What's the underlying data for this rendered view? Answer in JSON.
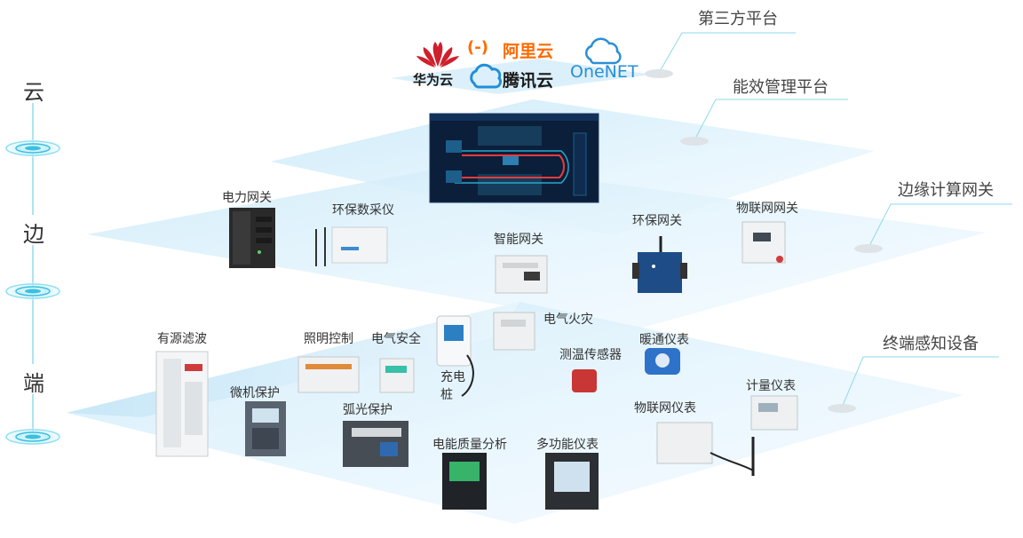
{
  "tiers": {
    "cloud": "云",
    "edge": "边",
    "end": "端"
  },
  "layers": {
    "third_party": "第三方平台",
    "energy_platform": "能效管理平台",
    "edge_gateway": "边缘计算网关",
    "terminal": "终端感知设备"
  },
  "cloud_logos": {
    "huawei": "华为云",
    "aliyun": "阿里云",
    "aliyun_mark": "(-)",
    "tencent": "腾讯云",
    "onenet": "OneNET"
  },
  "edge_devices": {
    "power_gateway": "电力网关",
    "env_collector": "环保数采仪",
    "smart_gateway": "智能网关",
    "env_gateway": "环保网关",
    "iot_gateway": "物联网网关"
  },
  "end_devices": {
    "active_filter": "有源滤波",
    "lighting_control": "照明控制",
    "electric_safety": "电气安全",
    "charging_pile_1": "充电",
    "charging_pile_2": "桩",
    "electric_fire": "电气火灾",
    "temp_sensor": "测温传感器",
    "hvac_meter": "暖通仪表",
    "microcomputer_protection": "微机保护",
    "arc_protection": "弧光保护",
    "metering_meter": "计量仪表",
    "iot_meter": "物联网仪表",
    "power_quality": "电能质量分析",
    "multifunction_meter": "多功能仪表"
  },
  "colors": {
    "plane": "#bfe3f7",
    "plane_light": "#e4f4fc",
    "ring": "#3cc0e0",
    "huawei": "#cf1f2c",
    "aliyun": "#ff6a00",
    "tencent": "#1f8fd9",
    "onenet": "#2a8fd6",
    "dashboard": "#0b1e3a"
  }
}
